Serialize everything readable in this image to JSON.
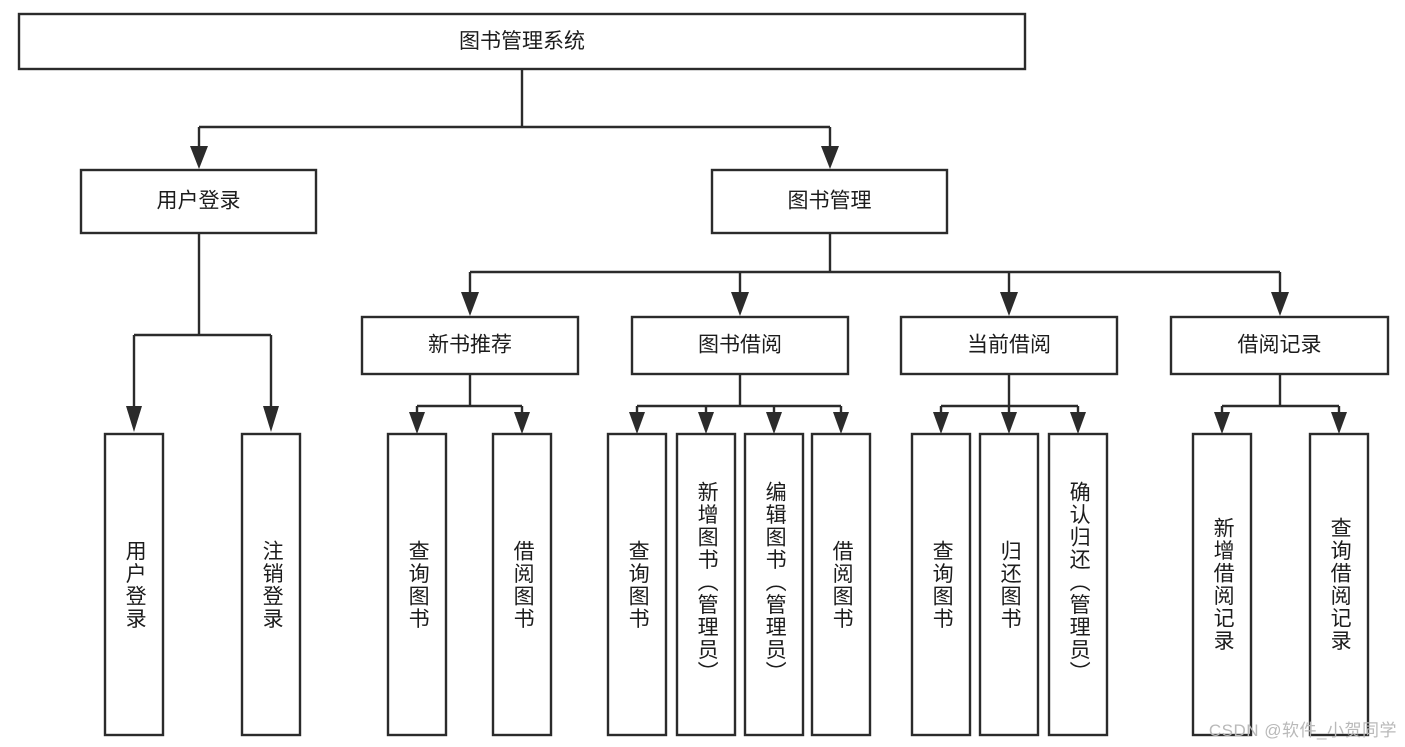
{
  "diagram": {
    "type": "tree-hierarchy-chart",
    "title": "图书管理系统",
    "orientation": "top-down",
    "colors": {
      "box_fill": "#ffffff",
      "box_stroke": "#2b2b2b",
      "text": "#1c1c1c",
      "background": "#ffffff",
      "watermark": "#b9b9b9"
    },
    "levels": [
      {
        "level": 1,
        "nodes": [
          {
            "id": "root",
            "label": "图书管理系统",
            "orientation": "horizontal"
          }
        ]
      },
      {
        "level": 2,
        "nodes": [
          {
            "id": "user-login",
            "label": "用户登录",
            "orientation": "horizontal",
            "parent": "root"
          },
          {
            "id": "book-manage",
            "label": "图书管理",
            "orientation": "horizontal",
            "parent": "root"
          }
        ]
      },
      {
        "level": 3,
        "nodes": [
          {
            "id": "new-book-rec",
            "label": "新书推荐",
            "orientation": "horizontal",
            "parent": "book-manage"
          },
          {
            "id": "book-borrow",
            "label": "图书借阅",
            "orientation": "horizontal",
            "parent": "book-manage"
          },
          {
            "id": "current-borrow",
            "label": "当前借阅",
            "orientation": "horizontal",
            "parent": "book-manage"
          },
          {
            "id": "borrow-record",
            "label": "借阅记录",
            "orientation": "horizontal",
            "parent": "book-manage"
          }
        ]
      },
      {
        "level": 4,
        "nodes": [
          {
            "id": "leaf-user-login",
            "label": "用户登录",
            "orientation": "vertical",
            "parent": "user-login"
          },
          {
            "id": "leaf-logout",
            "label": "注销登录",
            "orientation": "vertical",
            "parent": "user-login"
          },
          {
            "id": "leaf-query-book-1",
            "label": "查询图书",
            "orientation": "vertical",
            "parent": "new-book-rec"
          },
          {
            "id": "leaf-borrow-book-1",
            "label": "借阅图书",
            "orientation": "vertical",
            "parent": "new-book-rec"
          },
          {
            "id": "leaf-query-book-2",
            "label": "查询图书",
            "orientation": "vertical",
            "parent": "book-borrow"
          },
          {
            "id": "leaf-add-book",
            "label": "新增图书（管理员）",
            "orientation": "vertical",
            "parent": "book-borrow"
          },
          {
            "id": "leaf-edit-book",
            "label": "编辑图书（管理员）",
            "orientation": "vertical",
            "parent": "book-borrow"
          },
          {
            "id": "leaf-borrow-book-2",
            "label": "借阅图书",
            "orientation": "vertical",
            "parent": "book-borrow"
          },
          {
            "id": "leaf-query-book-3",
            "label": "查询图书",
            "orientation": "vertical",
            "parent": "current-borrow"
          },
          {
            "id": "leaf-return-book",
            "label": "归还图书",
            "orientation": "vertical",
            "parent": "current-borrow"
          },
          {
            "id": "leaf-confirm-return",
            "label": "确认归还（管理员）",
            "orientation": "vertical",
            "parent": "current-borrow"
          },
          {
            "id": "leaf-add-record",
            "label": "新增借阅记录",
            "orientation": "vertical",
            "parent": "borrow-record"
          },
          {
            "id": "leaf-query-record",
            "label": "查询借阅记录",
            "orientation": "vertical",
            "parent": "borrow-record"
          }
        ]
      }
    ]
  },
  "watermark": {
    "text": "CSDN @软件_小贺同学"
  }
}
